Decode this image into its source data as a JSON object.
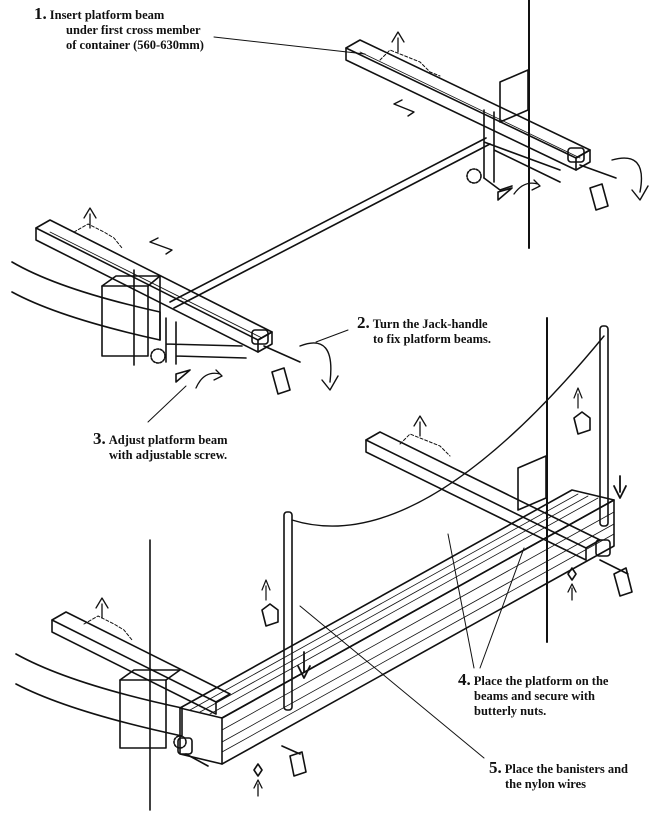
{
  "steps": [
    {
      "number": "1.",
      "lines": [
        "Insert platform beam",
        "under first cross member",
        "of container (560-630mm)"
      ]
    },
    {
      "number": "2.",
      "lines": [
        "Turn the Jack-handle",
        "to fix platform beams."
      ]
    },
    {
      "number": "3.",
      "lines": [
        "Adjust platform beam",
        "with adjustable screw."
      ]
    },
    {
      "number": "4.",
      "lines": [
        "Place the platform on the",
        "beams and secure with",
        "butterly nuts."
      ]
    },
    {
      "number": "5.",
      "lines": [
        "Place the banisters and",
        "the nylon wires"
      ]
    }
  ],
  "colors": {
    "ink": "#111111",
    "paper": "#ffffff"
  }
}
